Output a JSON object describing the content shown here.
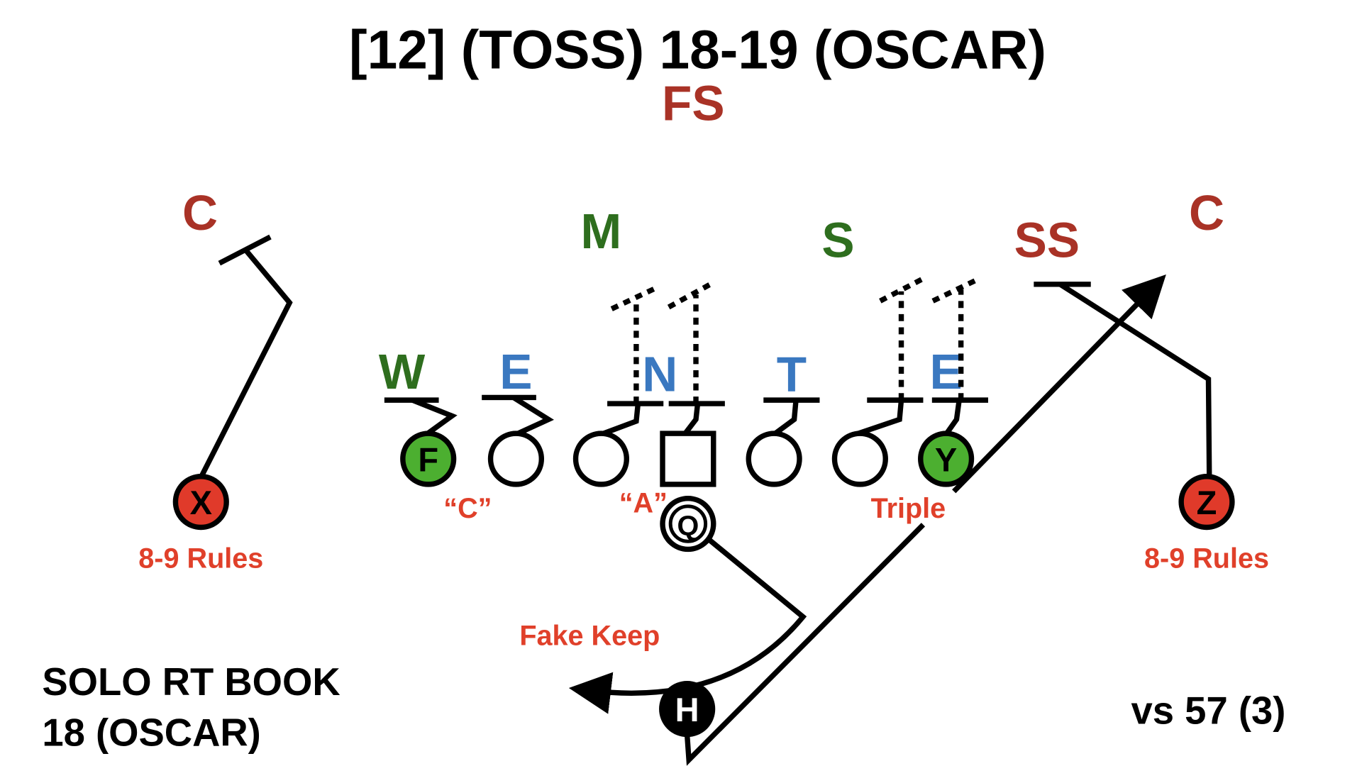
{
  "title": "[12] (TOSS) 18-19 (OSCAR)",
  "colors": {
    "defense_red": "#a93226",
    "label_red": "#e0402a",
    "green_text": "#2e6e1e",
    "blue_text": "#3a78c0",
    "green_fill": "#4caf30",
    "red_fill": "#e03a2a"
  },
  "defense": {
    "fs": "FS",
    "c_left": "C",
    "m": "M",
    "s": "S",
    "ss": "SS",
    "c_right": "C",
    "w": "W",
    "e_left": "E",
    "n": "N",
    "t": "T",
    "e_right": "E"
  },
  "offense": {
    "f": "F",
    "y": "Y",
    "x": "X",
    "z": "Z",
    "q": "Q",
    "h": "H"
  },
  "labels": {
    "c_gap": "“C”",
    "a_gap": "“A”",
    "triple": "Triple",
    "rules_left": "8-9 Rules",
    "rules_right": "8-9 Rules",
    "fake_keep": "Fake Keep"
  },
  "footer": {
    "line1": "SOLO RT BOOK",
    "line2": "18 (OSCAR)",
    "vs": "vs 57 (3)"
  }
}
